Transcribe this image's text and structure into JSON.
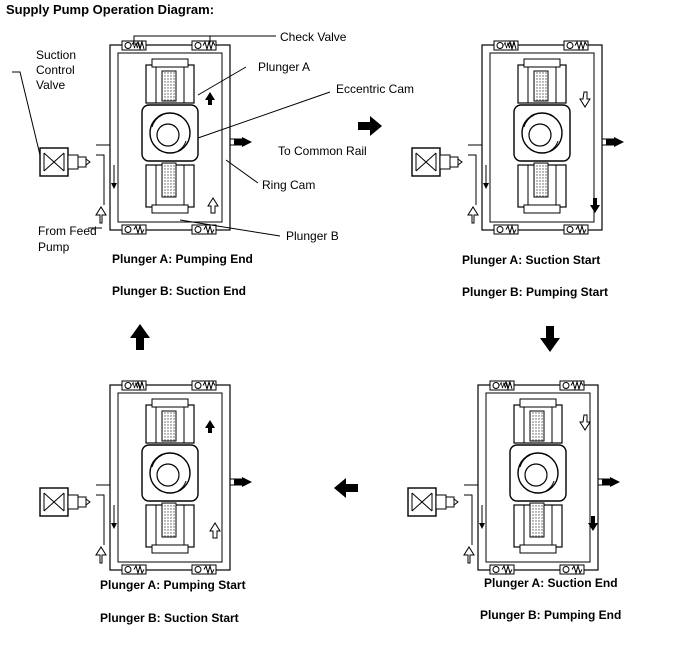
{
  "title": "Supply Pump Operation Diagram:",
  "labels": {
    "check_valve": "Check Valve",
    "suction_control_valve_1": "Suction",
    "suction_control_valve_2": "Control",
    "suction_control_valve_3": "Valve",
    "plunger_a": "Plunger A",
    "eccentric_cam": "Eccentric Cam",
    "to_common_rail": "To Common Rail",
    "ring_cam": "Ring Cam",
    "plunger_b": "Plunger B",
    "from_feed_pump_1": "From Feed",
    "from_feed_pump_2": "Pump"
  },
  "stages": [
    {
      "caption_a": "Plunger A: Pumping End",
      "caption_b": "Plunger B: Suction End"
    },
    {
      "caption_a": "Plunger A: Suction Start",
      "caption_b": "Plunger B: Pumping Start"
    },
    {
      "caption_a": "Plunger A: Suction End",
      "caption_b": "Plunger B: Pumping End"
    },
    {
      "caption_a": "Plunger A: Pumping Start",
      "caption_b": "Plunger B: Suction Start"
    }
  ],
  "colors": {
    "line": "#000000",
    "pattern": "#555555",
    "background": "#ffffff"
  }
}
